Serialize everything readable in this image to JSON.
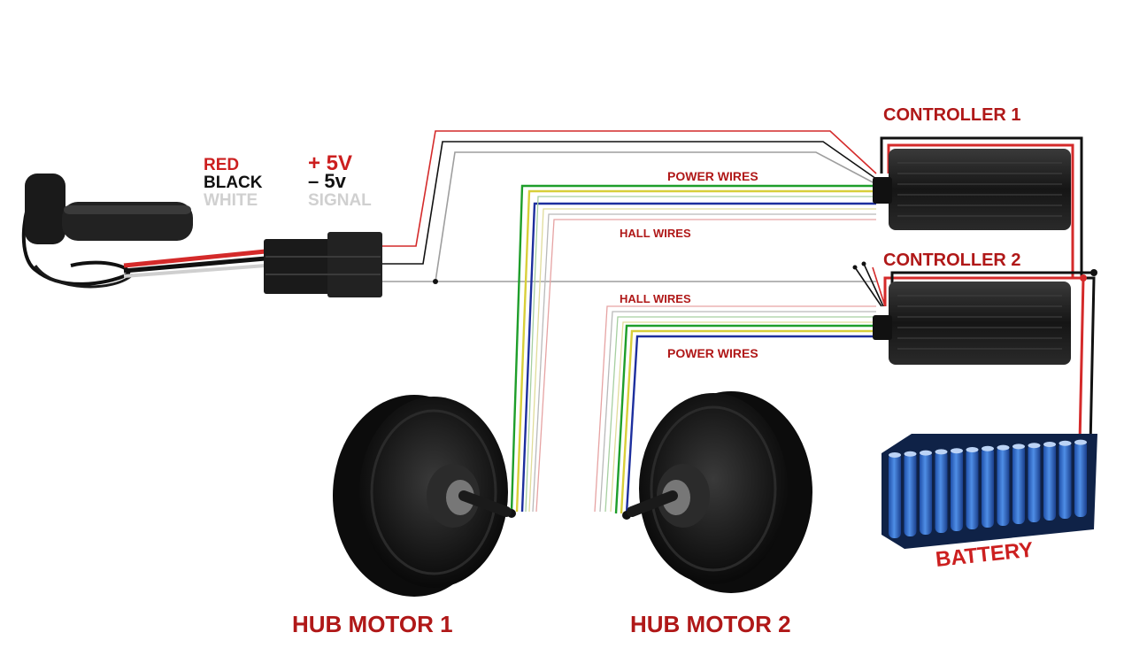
{
  "labels": {
    "controller_1": "CONTROLLER 1",
    "controller_2": "CONTROLLER 2",
    "hub_motor_1": "HUB MOTOR 1",
    "hub_motor_2": "HUB MOTOR 2",
    "battery": "BATTERY",
    "power_wires_1": "POWER WIRES",
    "hall_wires_1": "HALL WIRES",
    "hall_wires_2": "HALL WIRES",
    "power_wires_2": "POWER WIRES"
  },
  "throttle_legend": [
    {
      "wire": "RED",
      "meaning": "+ 5V",
      "color": "#cc1f1f"
    },
    {
      "wire": "BLACK",
      "meaning": "– 5v",
      "color": "#111111"
    },
    {
      "wire": "WHITE",
      "meaning": "SIGNAL",
      "color": "#c8c8c8"
    }
  ],
  "colors": {
    "label_red": "#b01818",
    "wire_red": "#d42a2a",
    "wire_black": "#111111",
    "wire_white": "#bdbdbd",
    "wire_green": "#1e9e2a",
    "wire_yellow": "#d8cf3a",
    "wire_blue": "#1d2f9e",
    "battery_cell": "#2f6fd0",
    "device_black": "#1a1a1a"
  }
}
